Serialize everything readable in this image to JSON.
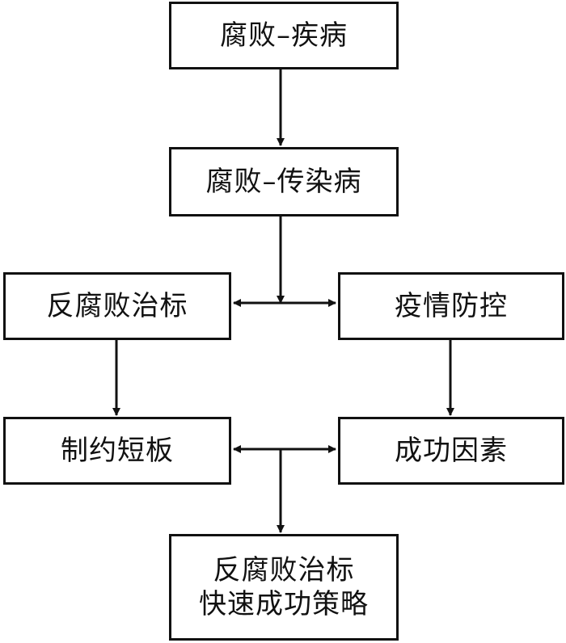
{
  "diagram": {
    "nodes": {
      "corruption_disease": "腐败–疾病",
      "corruption_infectious": "腐败–传染病",
      "anti_corruption_symptoms": "反腐败治标",
      "epidemic_control": "疫情防控",
      "constraint_shortboard": "制约短板",
      "success_factors": "成功因素",
      "quick_success_strategy": {
        "line1": "反腐败治标",
        "line2": "快速成功策略"
      }
    },
    "edges": [
      {
        "from": "corruption_disease",
        "to": "corruption_infectious",
        "type": "arrow"
      },
      {
        "from": "corruption_infectious",
        "to": "anti_corruption_symptoms|epidemic_control",
        "type": "split-bidirectional"
      },
      {
        "from": "anti_corruption_symptoms",
        "to": "constraint_shortboard",
        "type": "arrow"
      },
      {
        "from": "epidemic_control",
        "to": "success_factors",
        "type": "arrow"
      },
      {
        "from": "constraint_shortboard|success_factors",
        "to": "quick_success_strategy",
        "type": "merge-bidirectional"
      }
    ],
    "line_color": "#111111"
  }
}
